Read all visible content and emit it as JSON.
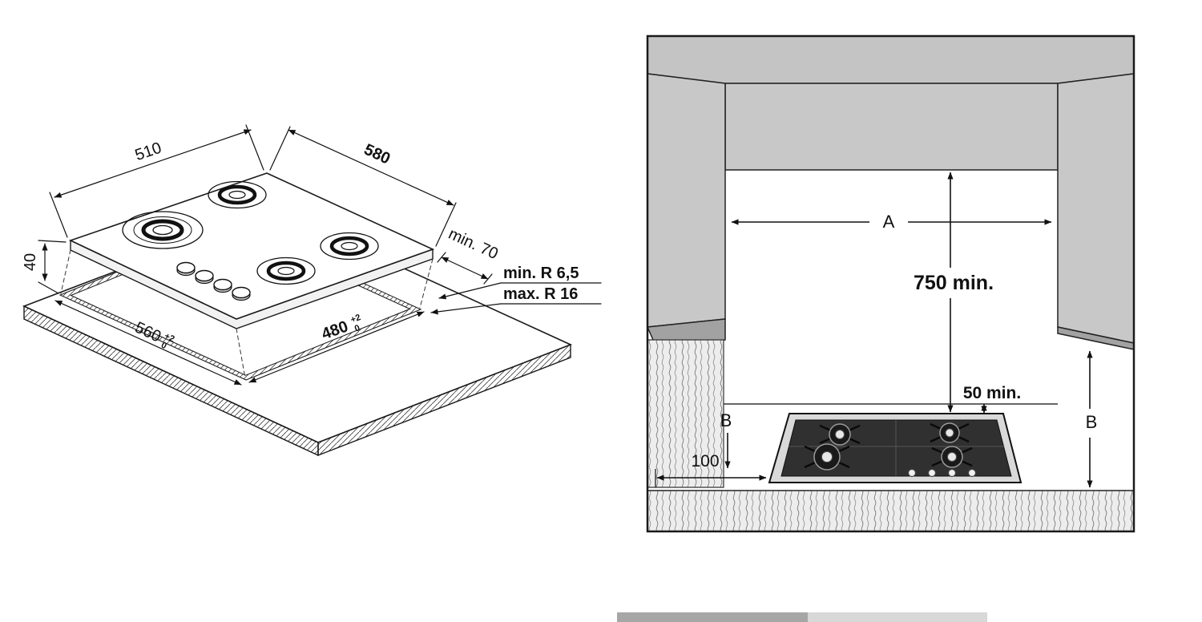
{
  "colors": {
    "line": "#1a1a1a",
    "cabinet_face": "#c8c8c8",
    "cabinet_soffit": "#c4c4c4",
    "cabinet_underside": "#a2a2a2",
    "hob_panel": "#303030",
    "scrollbar_dark": "#a6a6a6",
    "scrollbar_light": "#d8d8d8"
  },
  "cutout_diagram": {
    "hob_width": "510",
    "hob_depth": "580",
    "hob_height": "40",
    "cutout_width": "560",
    "cutout_depth": "480",
    "tol_plus": "+2",
    "tol_zero": "0",
    "rear_clearance": "min. 70",
    "corner_radius_min": "min. R 6,5",
    "corner_radius_max": "max. R 16"
  },
  "installation_diagram": {
    "niche_width": "A",
    "min_height_above_hob": "750 min.",
    "rear_clearance": "50 min.",
    "side_clearance_left": "B",
    "side_clearance_right": "B",
    "front_clearance": "100"
  }
}
